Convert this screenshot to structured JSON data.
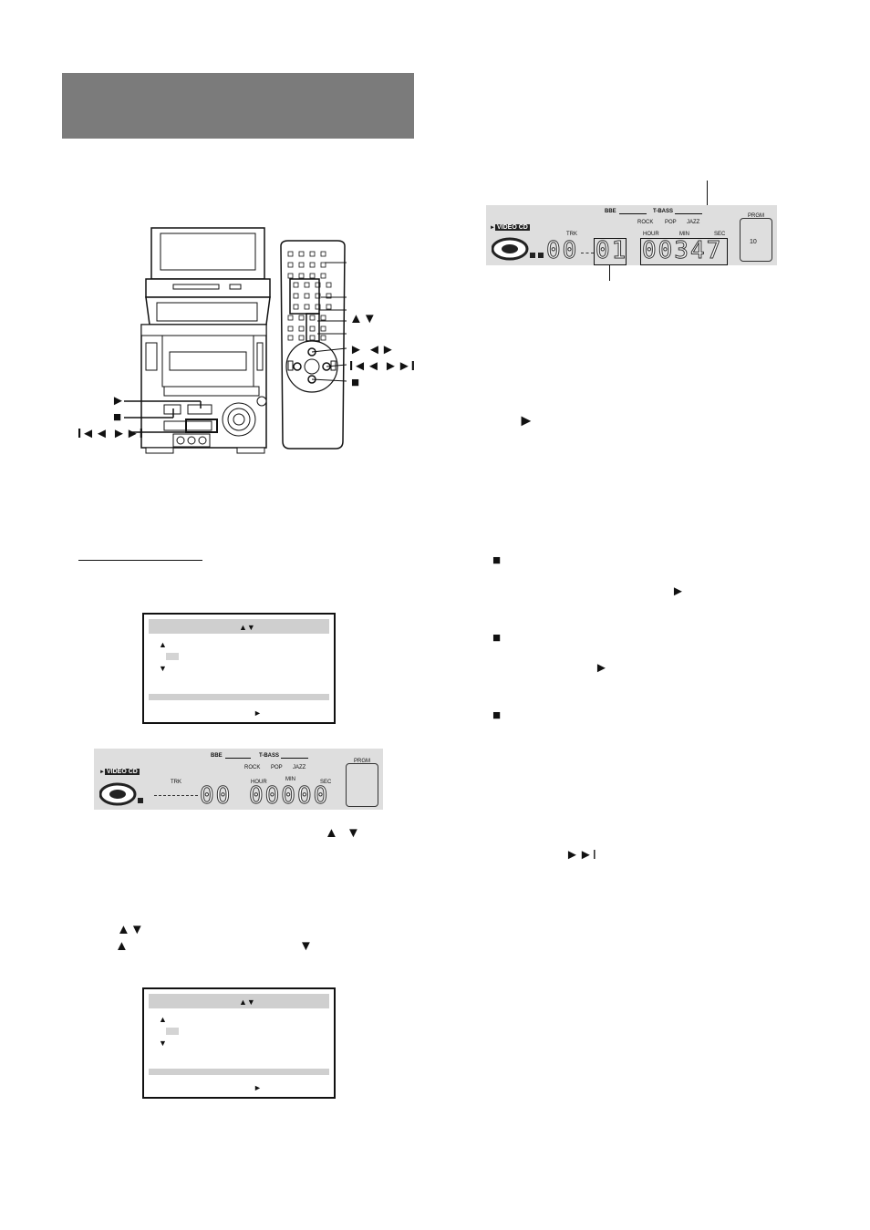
{
  "glyphs": {
    "play": "►",
    "stop": "■",
    "prev_next": "I◄◄ ►►I",
    "next": "►►I",
    "up_down": "▲▼",
    "up": "▲",
    "down": "▼",
    "left_right": "◄►"
  },
  "lcd": {
    "bbe": "BBE",
    "tbass": "T-BASS",
    "rock": "ROCK",
    "pop": "POP",
    "jazz": "JAZZ",
    "video_cd": "VIDEO CD",
    "trk": "TRK",
    "hour": "HOUR",
    "min": "MIN",
    "sec": "SEC",
    "prgm": "PRGM"
  },
  "lcd_top": {
    "track": "00",
    "step": "01",
    "time": "00347",
    "prgm_count": "10"
  },
  "lcd_bottom": {
    "track": "00",
    "time": "00000"
  }
}
